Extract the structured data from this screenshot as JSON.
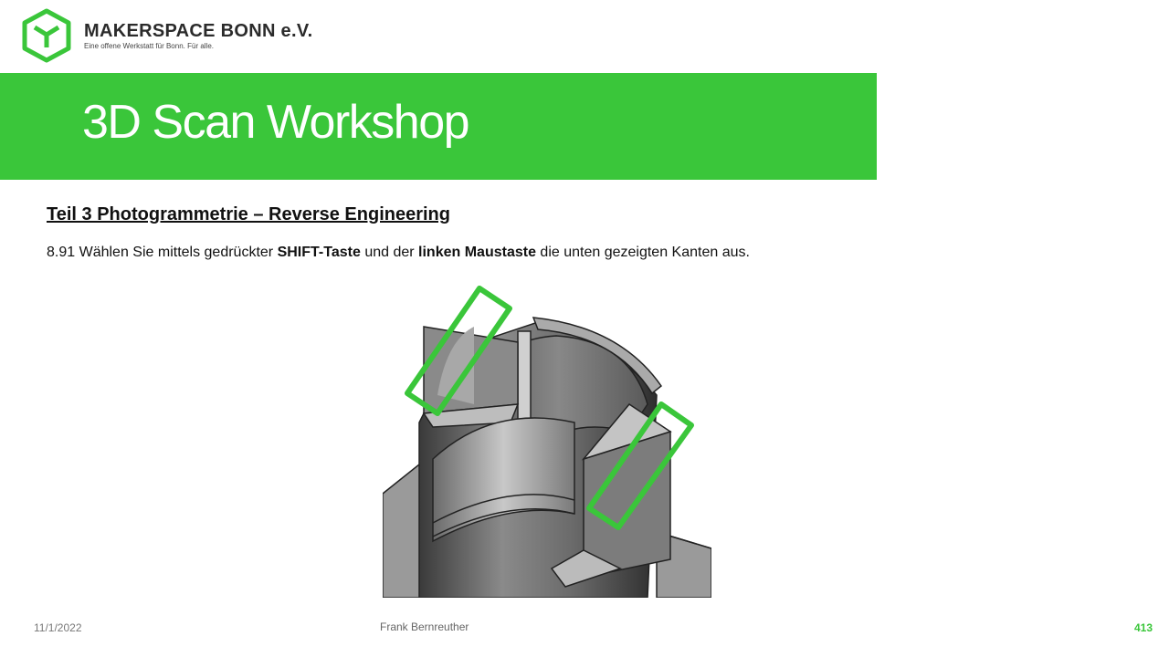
{
  "brand": {
    "name": "MAKERSPACE BONN e.V.",
    "tagline": "Eine offene Werkstatt für Bonn. Für alle.",
    "accent_color": "#3ac63a",
    "logo_icon": "hexagon-cube-logo"
  },
  "slide": {
    "title": "3D Scan Workshop",
    "subtitle": "Teil 3  Photogrammetrie  – Reverse Engineering",
    "instruction": {
      "step": "8.91",
      "pre": "Wählen Sie mittels gedrückter",
      "key": "SHIFT-Taste",
      "mid": "und der",
      "mouse": "linken Maustaste",
      "post": "die unten gezeigten Kanten aus."
    }
  },
  "figure": {
    "description_icon": "3d-model-cad-render",
    "highlight_color": "#3ac63a"
  },
  "footer": {
    "date": "11/1/2022",
    "author": "Frank Bernreuther",
    "page": "413"
  }
}
